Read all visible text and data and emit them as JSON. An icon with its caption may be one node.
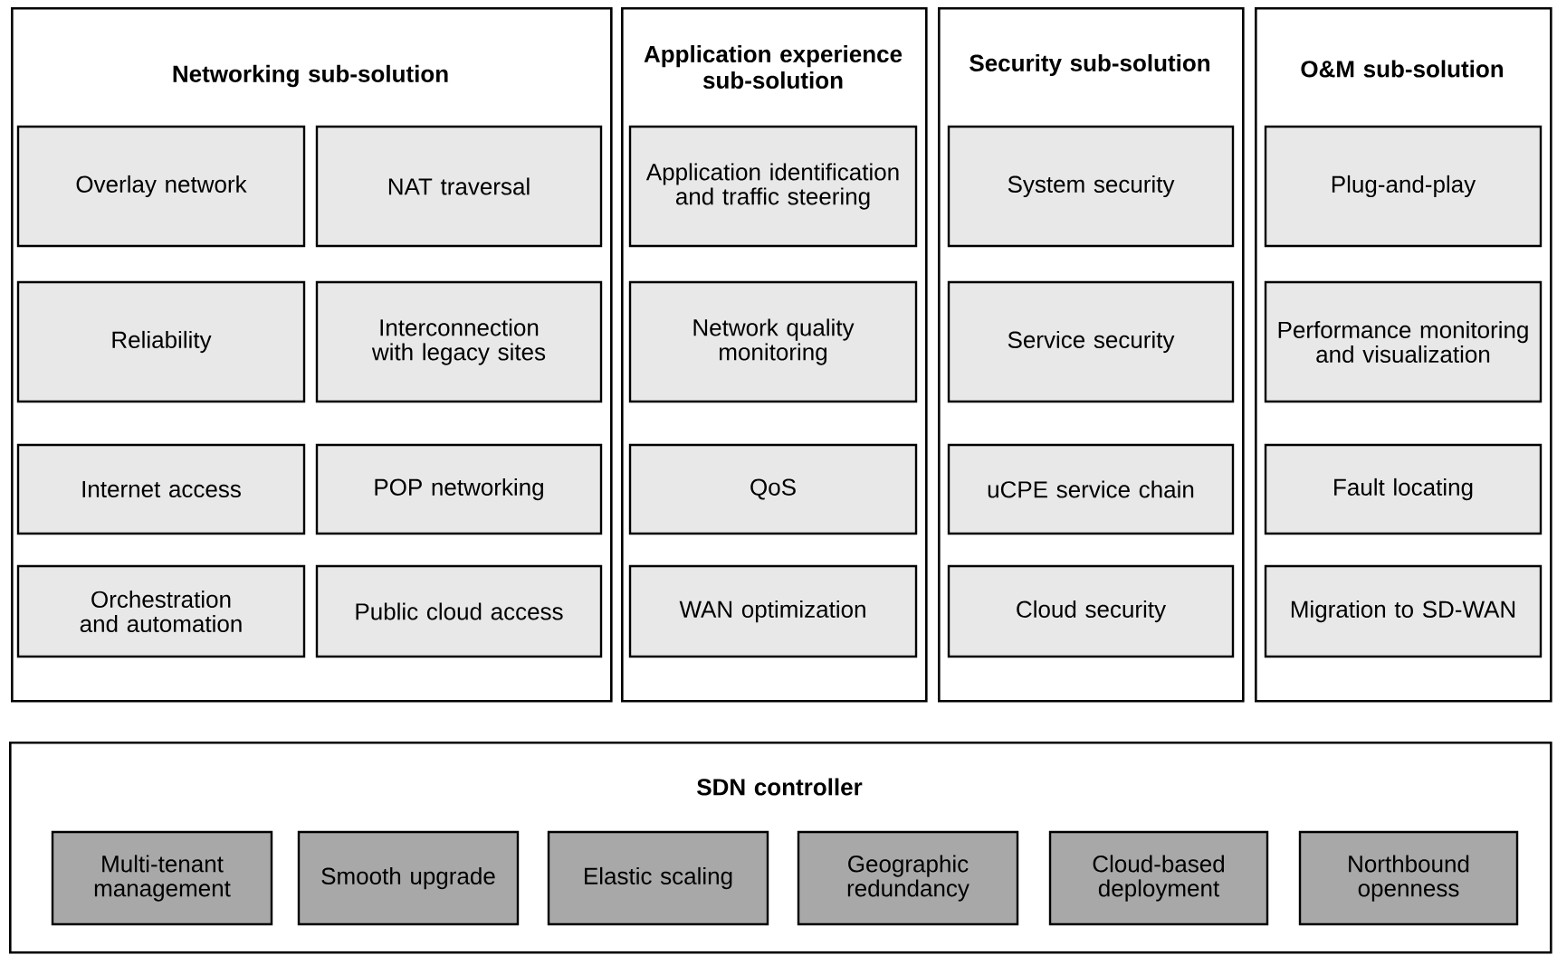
{
  "diagram": {
    "nodes": [
      {
        "text": [
          "Networking sub-solution"
        ]
      },
      {
        "text": [
          "Overlay network"
        ],
        "in": 0
      },
      {
        "text": [
          "NAT traversal"
        ],
        "in": 0
      },
      {
        "text": [
          "Reliability"
        ],
        "in": 0
      },
      {
        "text": [
          "Interconnection with legacy sites"
        ],
        "in": 0
      },
      {
        "text": [
          "Internet access"
        ],
        "in": 0
      },
      {
        "text": [
          "POP networking"
        ],
        "in": 0
      },
      {
        "text": [
          "Orchestration and automation"
        ],
        "in": 0
      },
      {
        "text": [
          "Public cloud access"
        ],
        "in": 0
      },
      {
        "text": [
          "Application experience sub-solution"
        ]
      },
      {
        "text": [
          "Application identification and traffic steering"
        ],
        "in": 9
      },
      {
        "text": [
          "Network quality monitoring"
        ],
        "in": 9
      },
      {
        "text": [
          "QoS"
        ],
        "in": 9
      },
      {
        "text": [
          "WAN optimization"
        ],
        "in": 9
      },
      {
        "text": [
          "Security sub-solution"
        ]
      },
      {
        "text": [
          "System security"
        ],
        "in": 14
      },
      {
        "text": [
          "Service security"
        ],
        "in": 14
      },
      {
        "text": [
          "uCPE service chain"
        ],
        "in": 14
      },
      {
        "text": [
          "Cloud security"
        ],
        "in": 14
      },
      {
        "text": [
          "O&M sub-solution"
        ]
      },
      {
        "text": [
          "Plug-and-play"
        ],
        "in": 19
      },
      {
        "text": [
          "Performance monitoring and visualization"
        ],
        "in": 19
      },
      {
        "text": [
          "Fault locating"
        ],
        "in": 19
      },
      {
        "text": [
          "Migration to SD-WAN"
        ],
        "in": 19
      },
      {
        "text": [
          "SDN controller"
        ]
      },
      {
        "text": [
          "Multi-tenant management"
        ],
        "in": 24
      },
      {
        "text": [
          "Smooth upgrade"
        ],
        "in": 24
      },
      {
        "text": [
          "Elastic scaling"
        ],
        "in": 24
      },
      {
        "text": [
          "Geographic redundancy"
        ],
        "in": 24
      },
      {
        "text": [
          "Cloud-based deployment"
        ],
        "in": 24
      },
      {
        "text": [
          "Northbound openness"
        ],
        "in": 24
      }
    ]
  }
}
